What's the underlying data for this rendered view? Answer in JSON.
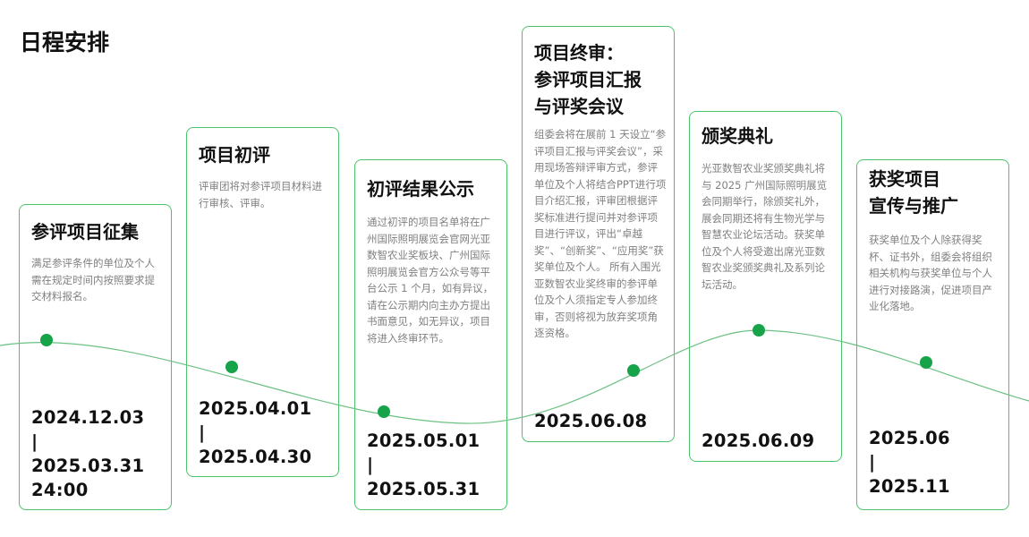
{
  "page_title": "日程安排",
  "accent_color": "#16a34a",
  "stages": [
    {
      "title": "参评项目征集",
      "desc": "满足参评条件的单位及个人需在规定时间内按照要求提交材料报名。",
      "date": "2024.12.03\n|\n2025.03.31\n24:00"
    },
    {
      "title": "项目初评",
      "desc": "评审团将对参评项目材料进行审核、评审。",
      "date": "2025.04.01\n|\n2025.04.30"
    },
    {
      "title": "初评结果公示",
      "desc": "通过初评的项目名单将在广州国际照明展览会官网光亚数智农业奖板块、广州国际照明展览会官方公众号等平台公示 1 个月，如有异议，请在公示期内向主办方提出书面意见，如无异议，项目将进入终审环节。",
      "date": "2025.05.01\n|\n2025.05.31"
    },
    {
      "title": "项目终审：\n参评项目汇报\n与评奖会议",
      "desc": "组委会将在展前 1 天设立“参评项目汇报与评奖会议”，采用现场答辩评审方式，参评单位及个人将结合PPT进行项目介绍汇报，评审团根据评奖标准进行提问并对参评项目进行评议，评出“卓越奖”、“创新奖”、“应用奖”获奖单位及个人。 所有入围光亚数智农业奖终审的参评单位及个人须指定专人参加终审，否则将视为放弃奖项角逐资格。",
      "date": "2025.06.08"
    },
    {
      "title": "颁奖典礼",
      "desc": "光亚数智农业奖颁奖典礼将与 2025 广州国际照明展览会同期举行，除颁奖礼外，展会同期还将有生物光学与智慧农业论坛活动。获奖单位及个人将受邀出席光亚数智农业奖颁奖典礼及系列论坛活动。",
      "date": "2025.06.09"
    },
    {
      "title": "获奖项目\n宣传与推广",
      "desc": "获奖单位及个人除获得奖杯、证书外，组委会将组织相关机构与获奖单位与个人进行对接路演，促进项目产业化落地。",
      "date": "2025.06\n|\n2025.11"
    }
  ]
}
